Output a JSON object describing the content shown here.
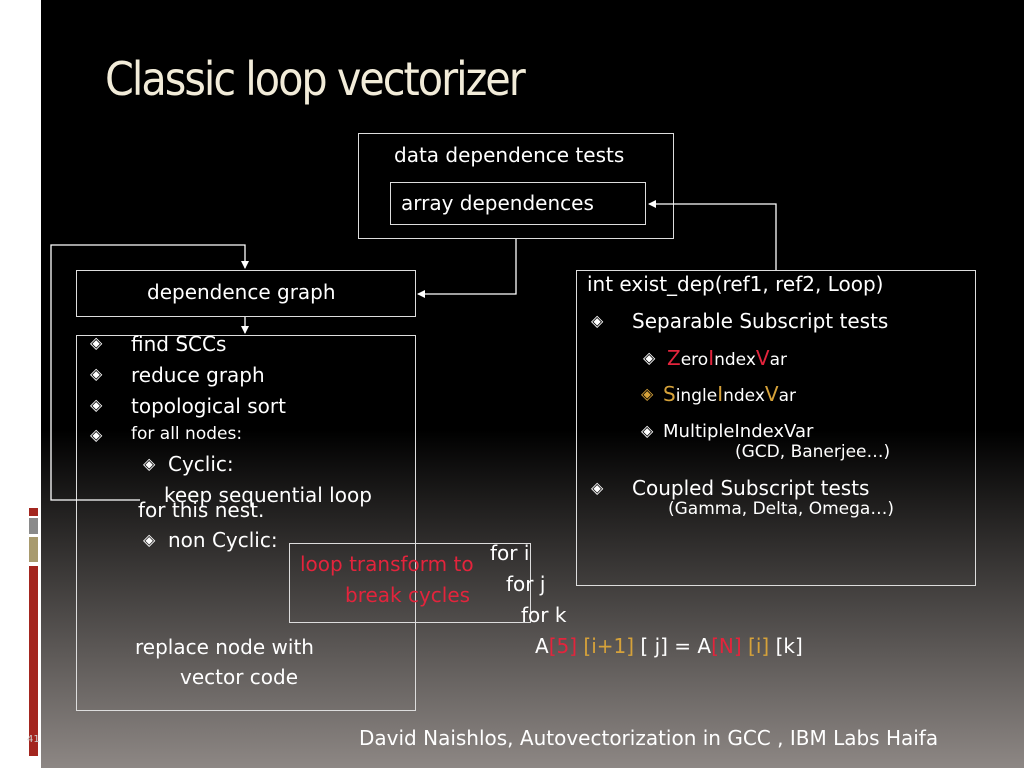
{
  "slide": {
    "title": "Classic loop vectorizer",
    "page_number": "41",
    "footer": "David Naishlos, Autovectorization in GCC , IBM Labs Haifa"
  },
  "colors": {
    "title": "#f2ecd9",
    "red": "#e3243c",
    "orange": "#d6a23a",
    "accent_red": "#a3261f",
    "accent_gray": "#8a8a8a",
    "accent_tan": "#a89a6e"
  },
  "boxes": {
    "data_dependence_tests": "data dependence tests",
    "array_dependences": "array dependences",
    "dependence_graph": "dependence graph",
    "exist_dep": "int exist_dep(ref1, ref2, Loop)"
  },
  "left_list": {
    "bullet": "◈",
    "items": [
      "find SCCs",
      "reduce graph",
      "topological sort",
      "for all nodes:"
    ],
    "cyclic": "Cyclic:",
    "keep_seq": "keep sequential loop",
    "for_nest": "for this nest.",
    "non_cyclic": "non Cyclic:",
    "replace_1": "replace node with",
    "replace_2": "vector code"
  },
  "right_list": {
    "separable": "Separable Subscript tests",
    "zero": {
      "z": "Z",
      "ero": "ero",
      "i": "I",
      "ndex": "ndex",
      "v": "V",
      "ar": "ar"
    },
    "single": {
      "s": "S",
      "ingle": "ingle",
      "i": "I",
      "ndex": "ndex",
      "v": "V",
      "ar": "ar"
    },
    "multiple": "MultipleIndexVar",
    "gcd": "(GCD, Banerjee…)",
    "coupled": "Coupled Subscript tests",
    "gamma": "(Gamma, Delta, Omega…)"
  },
  "transform": {
    "line1": "loop transform to",
    "line2": "break cycles"
  },
  "code": {
    "for_i": "for i",
    "for_j": "for j",
    "for_k": "for k",
    "stmt": {
      "a1": "A",
      "idx1": "[5]",
      "idx2": "[i+1]",
      "idx3": "[ j]",
      "eq": "=",
      "a2": "A",
      "idx4": "[N]",
      "idx5": "[i]",
      "idx6": "[k]"
    }
  }
}
